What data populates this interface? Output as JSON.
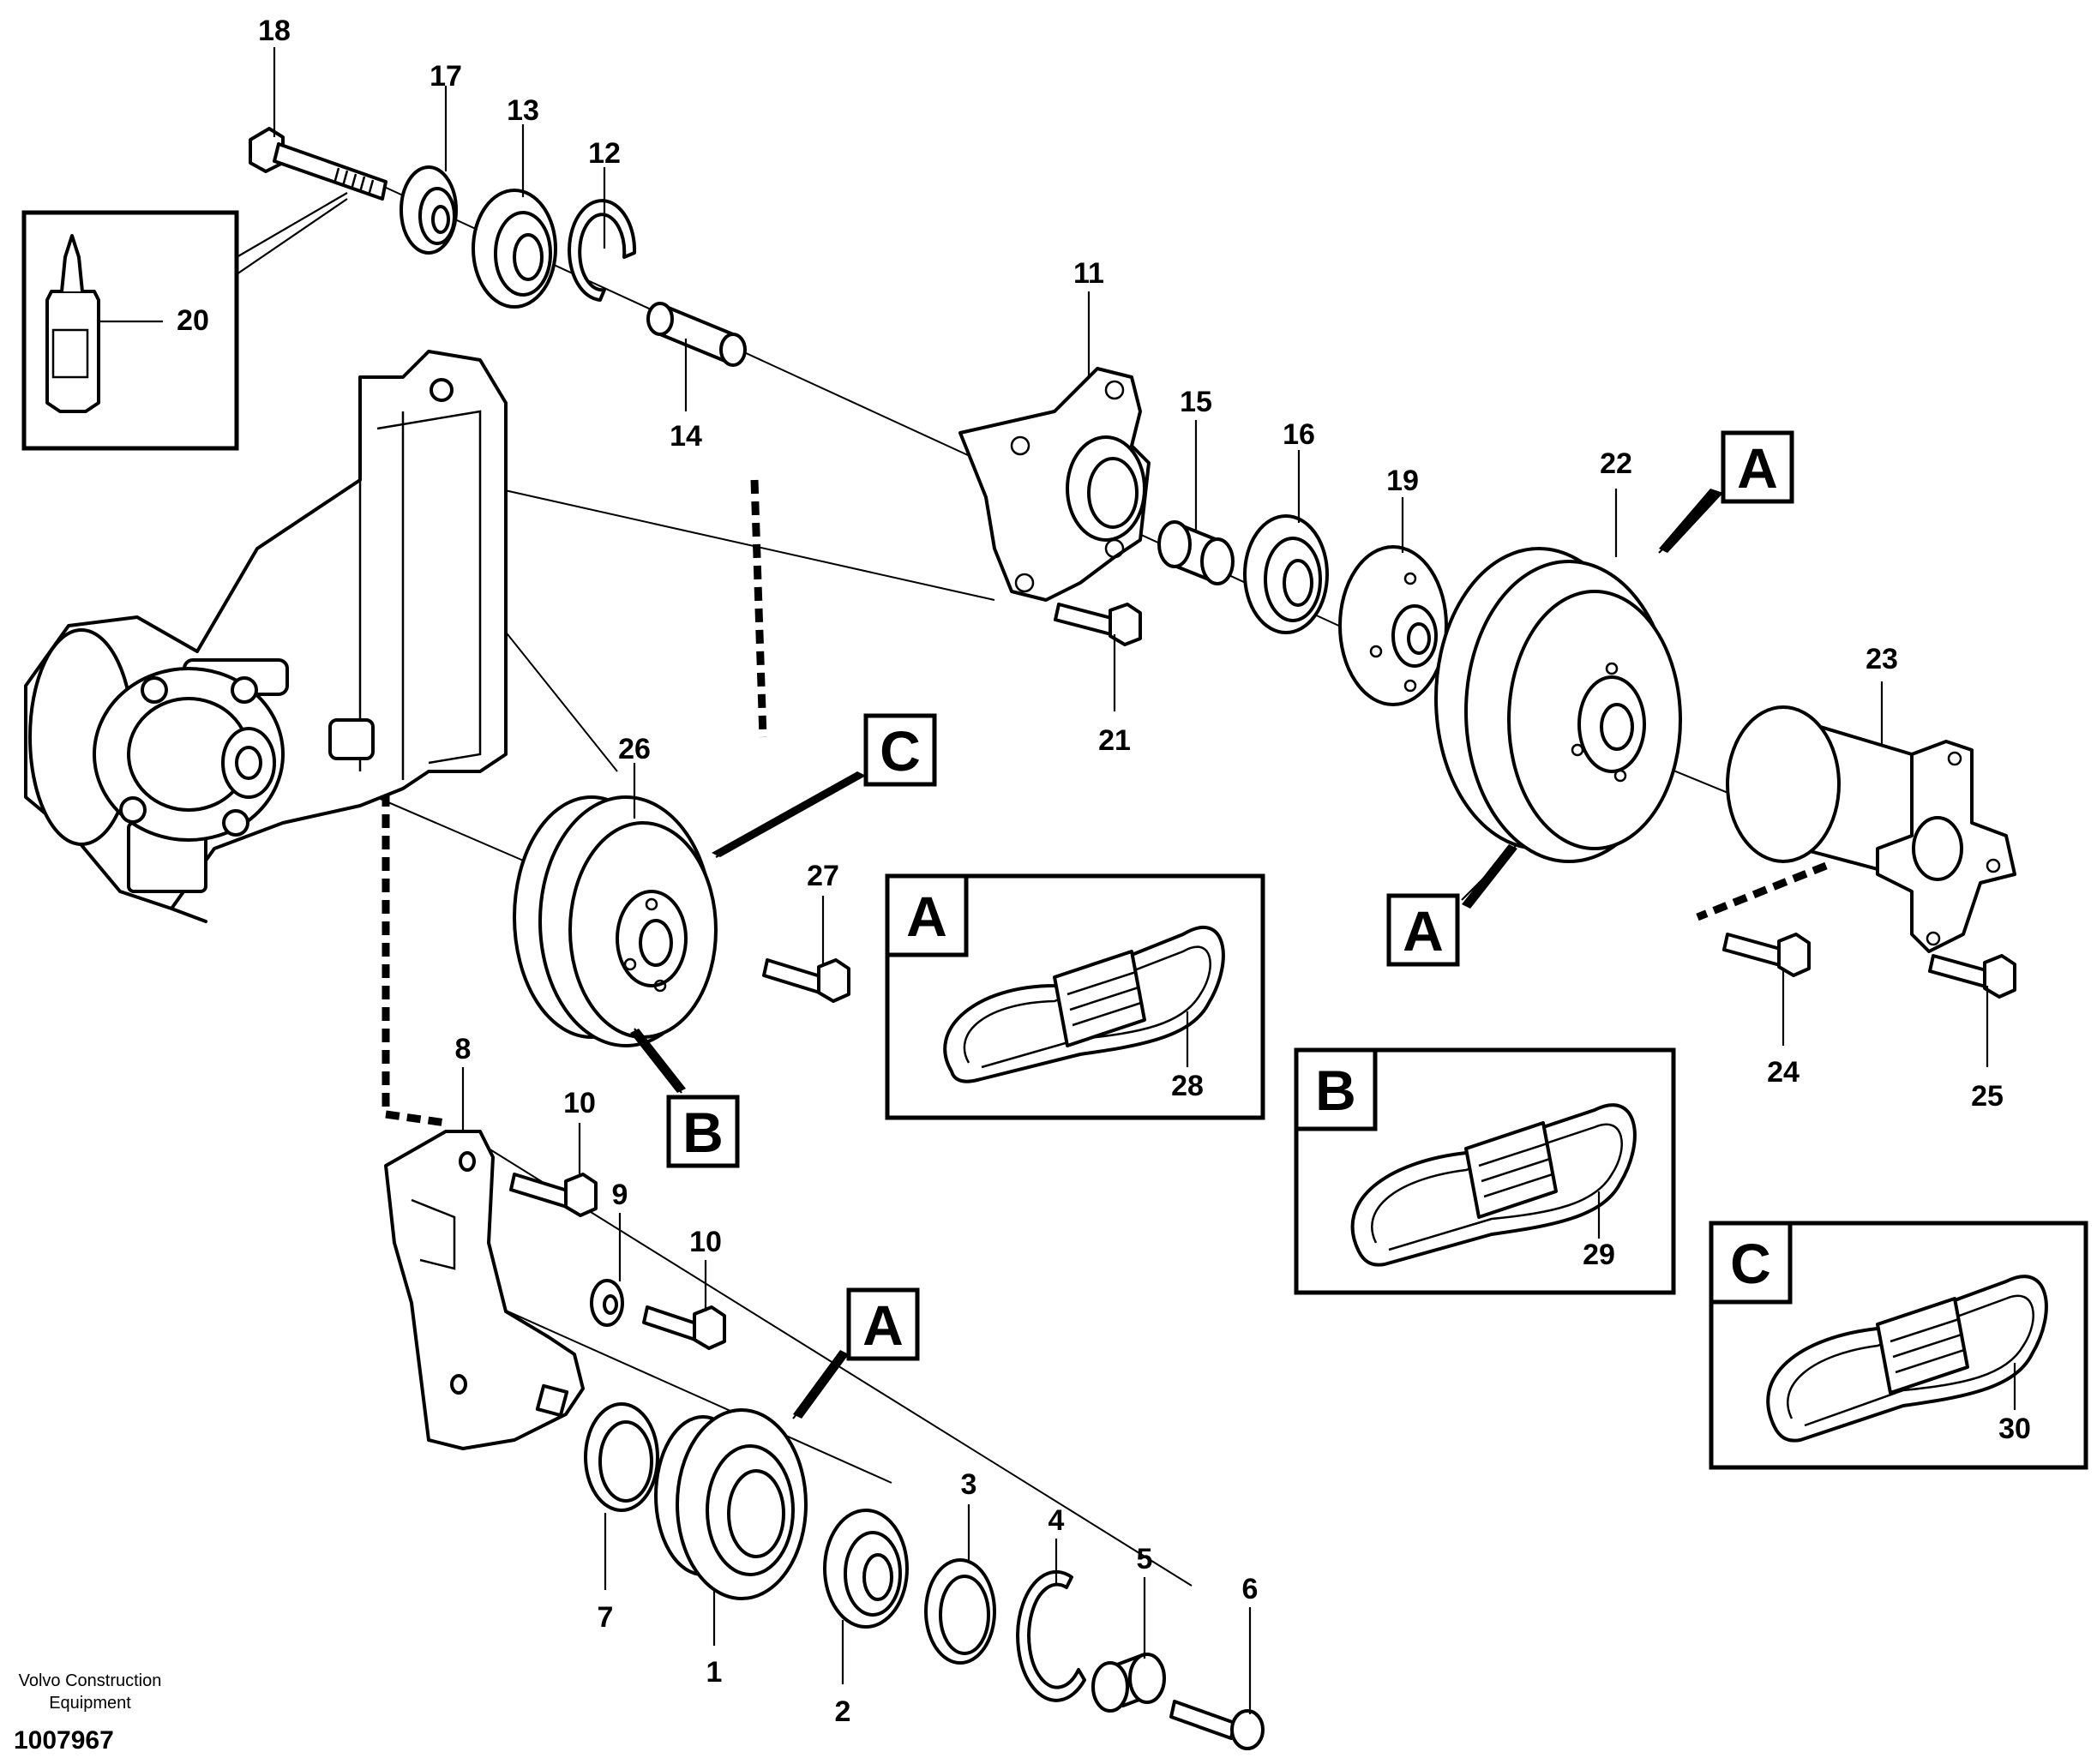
{
  "labels": {
    "p1": "1",
    "p2": "2",
    "p3": "3",
    "p4": "4",
    "p5": "5",
    "p6": "6",
    "p7": "7",
    "p8": "8",
    "p9": "9",
    "p10a": "10",
    "p10b": "10",
    "p11": "11",
    "p12": "12",
    "p13": "13",
    "p14": "14",
    "p15": "15",
    "p16": "16",
    "p17": "17",
    "p18": "18",
    "p19": "19",
    "p20": "20",
    "p21": "21",
    "p22": "22",
    "p23": "23",
    "p24": "24",
    "p25": "25",
    "p26": "26",
    "p27": "27",
    "p28": "28",
    "p29": "29",
    "p30": "30"
  },
  "callouts": {
    "a_top": "A",
    "a_right": "A",
    "a_bottom": "A",
    "b_pulley": "B",
    "c_pulley": "C"
  },
  "belt_sets": {
    "a": {
      "letter": "A",
      "part": "28"
    },
    "b": {
      "letter": "B",
      "part": "29"
    },
    "c": {
      "letter": "C",
      "part": "30"
    }
  },
  "footer": {
    "company_line1": "Volvo Construction",
    "company_line2": "Equipment",
    "drawing_number": "1007967"
  }
}
